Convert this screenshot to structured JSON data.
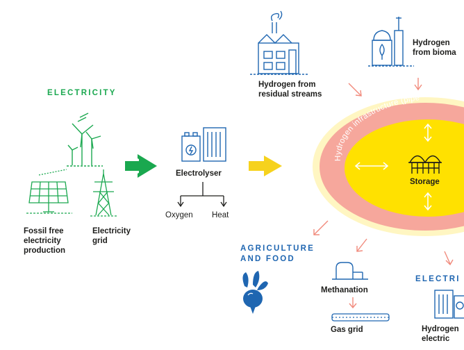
{
  "colors": {
    "green": "#1aa84f",
    "blue": "#1f66b1",
    "yellow": "#f6d21d",
    "salmon": "#f18a7c",
    "ring": "#f6a79c",
    "core": "#ffe100",
    "outer": "#fff2a6",
    "ink": "#1d1d1b"
  },
  "electricity": {
    "heading": "ELECTRICITY",
    "fossil_free_label": "Fossil free\nelectricity\nproduction",
    "grid_label": "Electricity\ngrid"
  },
  "electrolyser": {
    "label": "Electrolyser",
    "oxygen": "Oxygen",
    "heat": "Heat"
  },
  "sources": {
    "residual_label": "Hydrogen from\nresidual streams",
    "biomass_label": "Hydrogen\nfrom bioma"
  },
  "hub": {
    "ring_text": "Hydrogen infrastructure (pipe",
    "storage_label": "Storage"
  },
  "agriculture": {
    "heading": "AGRICULTURE\nAND FOOD"
  },
  "methanation": {
    "label": "Methanation",
    "gas_grid_label": "Gas grid"
  },
  "electricity_out": {
    "heading": "ELECTRI",
    "label": "Hydrogen\nelectric"
  },
  "icons": [
    "wind-turbine-icon",
    "solar-panel-icon",
    "pylon-icon",
    "electrolyser-icon",
    "factory-icon",
    "biomass-plant-icon",
    "storage-tanks-icon",
    "beet-icon",
    "methanation-tank-icon",
    "gas-pipe-icon",
    "fuel-cell-icon"
  ]
}
